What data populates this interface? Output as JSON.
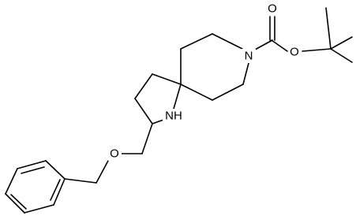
{
  "molecule": {
    "atoms": {
      "o_carbonyl": "O",
      "o_ester": "O",
      "n_piperidine": "N",
      "nh_pyrrolidine": "NH",
      "o_ether": "O"
    }
  },
  "colors": {
    "bond": "#000000",
    "background": "#ffffff"
  }
}
